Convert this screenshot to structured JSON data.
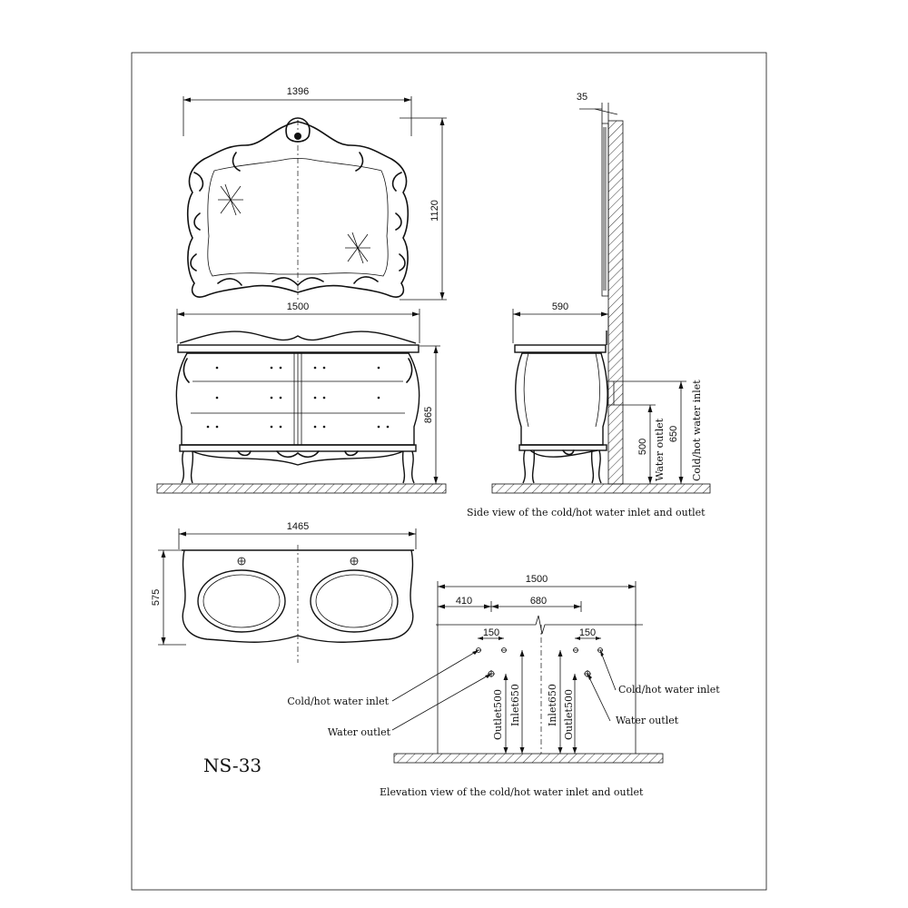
{
  "mirror": {
    "width_dim": "1396",
    "height_dim": "1120"
  },
  "cabinet": {
    "width_dim": "1500",
    "height_dim": "865"
  },
  "side_view": {
    "wall_gap_dim": "35",
    "depth_dim": "590",
    "outlet_label": "Water outlet",
    "outlet_height": "500",
    "inlet_label": "Cold/hot water inlet",
    "inlet_height": "650",
    "caption": "Side view of the cold/hot water inlet and outlet"
  },
  "top_view": {
    "width_dim": "1465",
    "depth_dim": "575"
  },
  "elevation": {
    "total_width": "1500",
    "left_offset": "410",
    "center_spacing": "680",
    "inlet_spacing_left": "150",
    "inlet_spacing_right": "150",
    "left_outlet_vertical": "Outlet500",
    "left_inlet_vertical": "Inlet650",
    "right_inlet_vertical": "Inlet650",
    "right_outlet_vertical": "Outlet500",
    "callout_inlet_left": "Cold/hot water inlet",
    "callout_outlet_left": "Water outlet",
    "callout_inlet_right": "Cold/hot water inlet",
    "callout_outlet_right": "Water outlet",
    "caption": "Elevation view of the cold/hot water inlet and outlet"
  },
  "model_number": "NS-33"
}
